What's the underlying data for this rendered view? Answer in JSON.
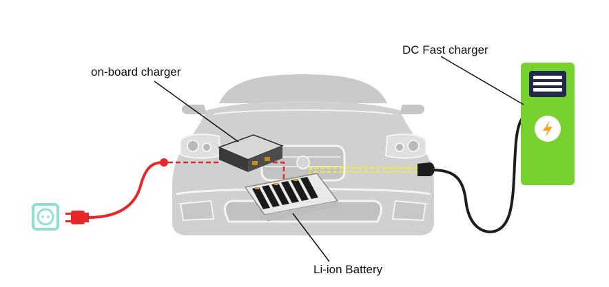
{
  "labels": {
    "on_board_charger": "on-board charger",
    "dc_fast_charger": "DC Fast charger",
    "battery": "Li-ion Battery"
  },
  "icons": {
    "wall_outlet": "wall-socket-icon",
    "plug": "plug-icon",
    "charger_bolt": "lightning-bolt-icon"
  },
  "colors": {
    "car_body": "#cfd1d1",
    "car_outline": "#f4f4f4",
    "ac_cable": "#e8262a",
    "dc_cable": "#1d1d1d",
    "dc_path": "#f1e64b",
    "charger_body": "#77d12e",
    "screen": "#1f2a4c",
    "bolt": "#f5a623",
    "outlet": "#8ee0d0"
  }
}
